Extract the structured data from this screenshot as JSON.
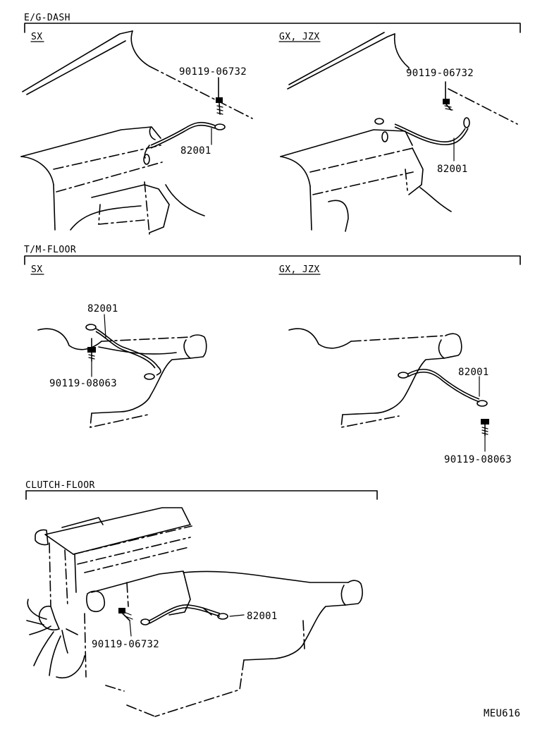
{
  "sections": [
    {
      "title": "E/G-DASH",
      "variants": [
        "SX",
        "GX, JZX"
      ]
    },
    {
      "title": "T/M-FLOOR",
      "variants": [
        "SX",
        "GX, JZX"
      ]
    },
    {
      "title": "CLUTCH-FLOOR",
      "variants": []
    }
  ],
  "parts": {
    "eg_sx_bolt": "90119-06732",
    "eg_sx_strap": "82001",
    "eg_gx_bolt": "90119-06732",
    "eg_gx_strap": "82001",
    "tm_sx_strap": "82001",
    "tm_sx_bolt": "90119-08063",
    "tm_gx_strap": "82001",
    "tm_gx_bolt": "90119-08063",
    "cl_strap": "82001",
    "cl_bolt": "90119-06732"
  },
  "figure_code": "MEU616"
}
